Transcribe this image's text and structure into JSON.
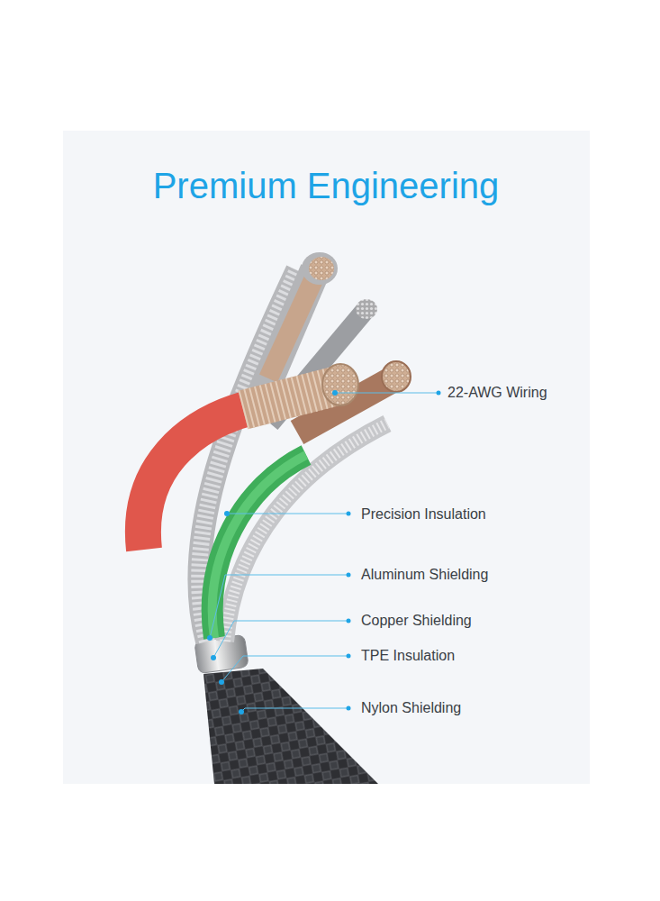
{
  "diagram": {
    "title": "Premium Engineering",
    "labels": [
      "22-AWG Wiring",
      "Precision Insulation",
      "Aluminum Shielding",
      "Copper Shielding",
      "TPE Insulation",
      "Nylon Shielding"
    ]
  }
}
